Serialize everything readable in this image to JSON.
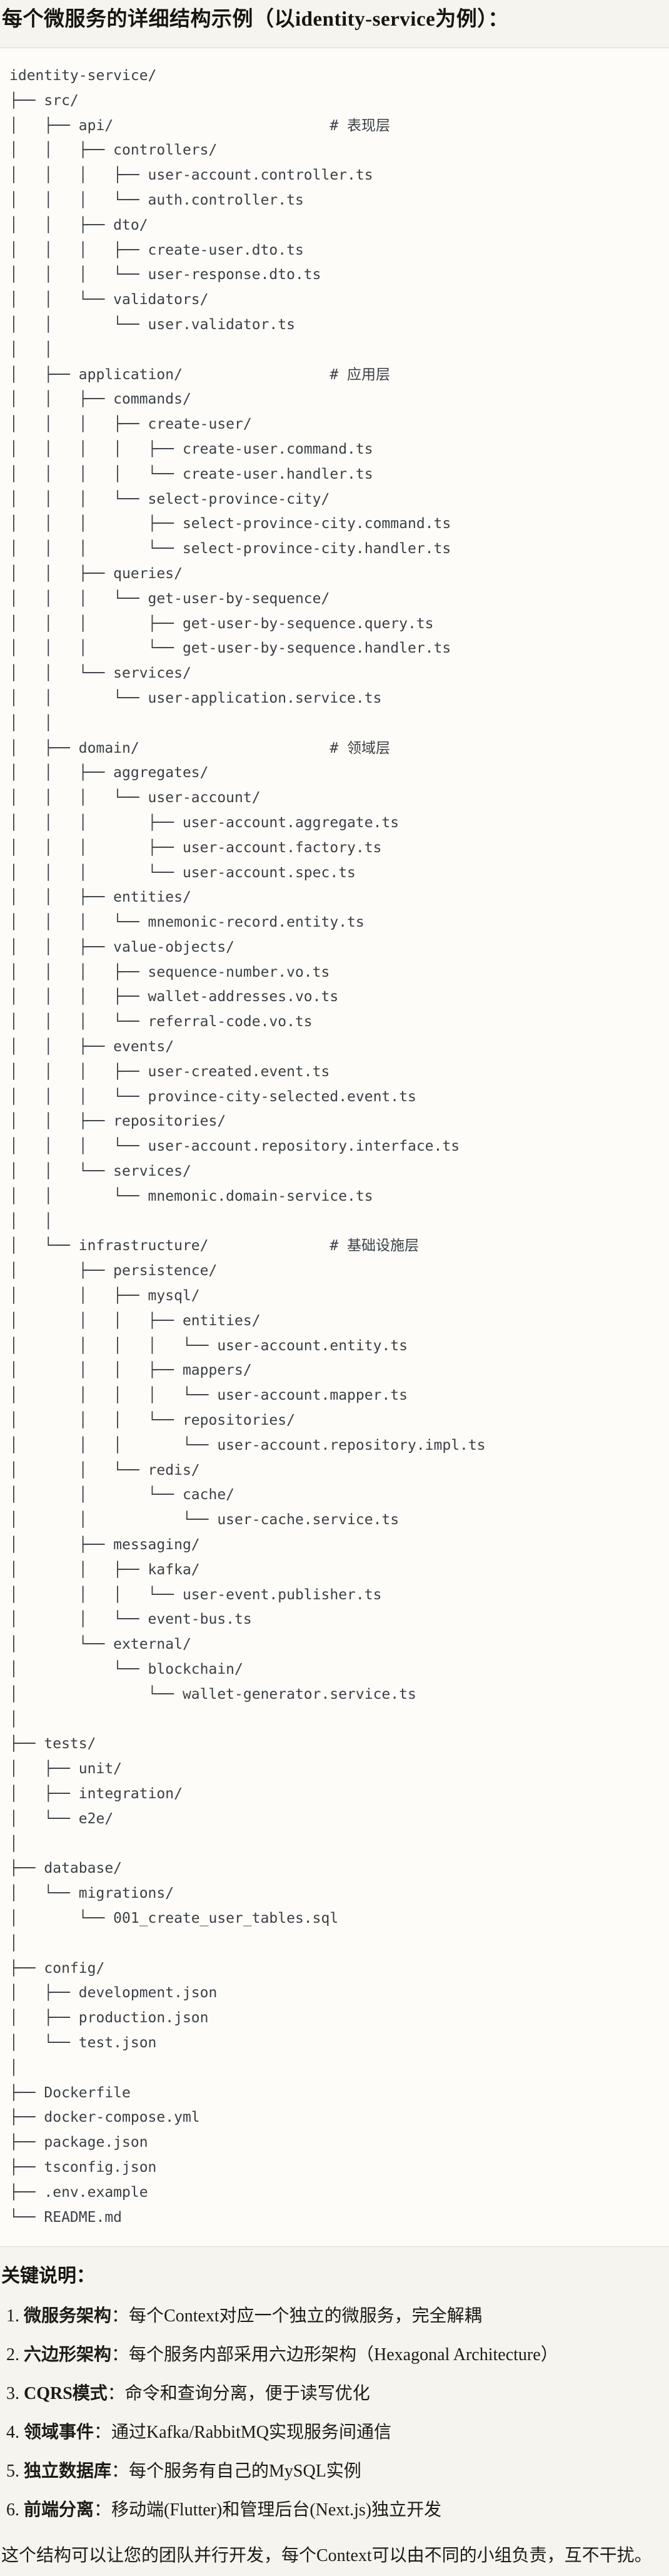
{
  "title": "每个微服务的详细结构示例（以identity-service为例）：",
  "tree_lines": [
    "identity-service/",
    "├── src/",
    "│   ├── api/                         # 表现层",
    "│   │   ├── controllers/",
    "│   │   │   ├── user-account.controller.ts",
    "│   │   │   └── auth.controller.ts",
    "│   │   ├── dto/",
    "│   │   │   ├── create-user.dto.ts",
    "│   │   │   └── user-response.dto.ts",
    "│   │   └── validators/",
    "│   │       └── user.validator.ts",
    "│   │",
    "│   ├── application/                 # 应用层",
    "│   │   ├── commands/",
    "│   │   │   ├── create-user/",
    "│   │   │   │   ├── create-user.command.ts",
    "│   │   │   │   └── create-user.handler.ts",
    "│   │   │   └── select-province-city/",
    "│   │   │       ├── select-province-city.command.ts",
    "│   │   │       └── select-province-city.handler.ts",
    "│   │   ├── queries/",
    "│   │   │   └── get-user-by-sequence/",
    "│   │   │       ├── get-user-by-sequence.query.ts",
    "│   │   │       └── get-user-by-sequence.handler.ts",
    "│   │   └── services/",
    "│   │       └── user-application.service.ts",
    "│   │",
    "│   ├── domain/                      # 领域层",
    "│   │   ├── aggregates/",
    "│   │   │   └── user-account/",
    "│   │   │       ├── user-account.aggregate.ts",
    "│   │   │       ├── user-account.factory.ts",
    "│   │   │       └── user-account.spec.ts",
    "│   │   ├── entities/",
    "│   │   │   └── mnemonic-record.entity.ts",
    "│   │   ├── value-objects/",
    "│   │   │   ├── sequence-number.vo.ts",
    "│   │   │   ├── wallet-addresses.vo.ts",
    "│   │   │   └── referral-code.vo.ts",
    "│   │   ├── events/",
    "│   │   │   ├── user-created.event.ts",
    "│   │   │   └── province-city-selected.event.ts",
    "│   │   ├── repositories/",
    "│   │   │   └── user-account.repository.interface.ts",
    "│   │   └── services/",
    "│   │       └── mnemonic.domain-service.ts",
    "│   │",
    "│   └── infrastructure/              # 基础设施层",
    "│       ├── persistence/",
    "│       │   ├── mysql/",
    "│       │   │   ├── entities/",
    "│       │   │   │   └── user-account.entity.ts",
    "│       │   │   ├── mappers/",
    "│       │   │   │   └── user-account.mapper.ts",
    "│       │   │   └── repositories/",
    "│       │   │       └── user-account.repository.impl.ts",
    "│       │   └── redis/",
    "│       │       └── cache/",
    "│       │           └── user-cache.service.ts",
    "│       ├── messaging/",
    "│       │   ├── kafka/",
    "│       │   │   └── user-event.publisher.ts",
    "│       │   └── event-bus.ts",
    "│       └── external/",
    "│           └── blockchain/",
    "│               └── wallet-generator.service.ts",
    "│",
    "├── tests/",
    "│   ├── unit/",
    "│   ├── integration/",
    "│   └── e2e/",
    "│",
    "├── database/",
    "│   └── migrations/",
    "│       └── 001_create_user_tables.sql",
    "│",
    "├── config/",
    "│   ├── development.json",
    "│   ├── production.json",
    "│   └── test.json",
    "│",
    "├── Dockerfile",
    "├── docker-compose.yml",
    "├── package.json",
    "├── tsconfig.json",
    "├── .env.example",
    "└── README.md"
  ],
  "notes": {
    "heading": "关键说明：",
    "items": [
      {
        "num": "1.",
        "term": "微服务架构",
        "desc": "：每个Context对应一个独立的微服务，完全解耦"
      },
      {
        "num": "2.",
        "term": "六边形架构",
        "desc": "：每个服务内部采用六边形架构（Hexagonal Architecture）"
      },
      {
        "num": "3.",
        "term": "CQRS模式",
        "desc": "：命令和查询分离，便于读写优化"
      },
      {
        "num": "4.",
        "term": "领域事件",
        "desc": "：通过Kafka/RabbitMQ实现服务间通信"
      },
      {
        "num": "5.",
        "term": "独立数据库",
        "desc": "：每个服务有自己的MySQL实例"
      },
      {
        "num": "6.",
        "term": "前端分离",
        "desc": "：移动端(Flutter)和管理后台(Next.js)独立开发"
      }
    ],
    "footer": "这个结构可以让您的团队并行开发，每个Context可以由不同的小组负责，互不干扰。"
  }
}
